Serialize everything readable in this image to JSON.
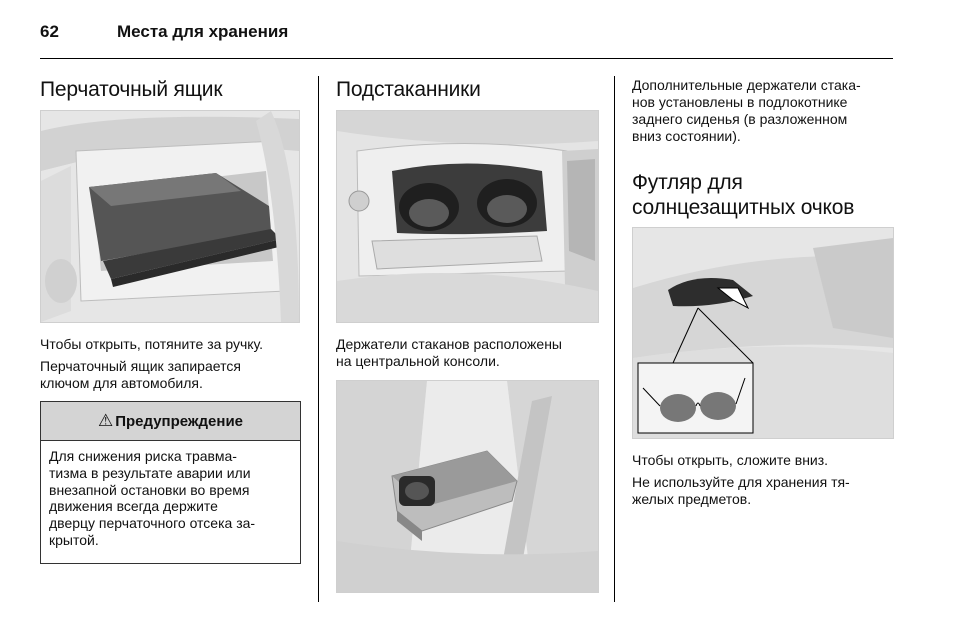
{
  "header": {
    "page_number": "62",
    "title": "Места для хранения"
  },
  "col1": {
    "heading": "Перчаточный ящик",
    "para1": "Чтобы открыть, потяните за ручку.",
    "para2_lines": [
      "Перчаточный ящик запирается",
      "ключом для автомобиля."
    ],
    "warning": {
      "icon": "warning-triangle-icon",
      "title": "Предупреждение",
      "lines": [
        "Для снижения риска травма-",
        "тизма в результате аварии или",
        "внезапной остановки во время",
        "движения всегда держите",
        "дверцу перчаточного отсека за-",
        "крытой."
      ]
    }
  },
  "col2": {
    "heading": "Подстаканники",
    "para1_lines": [
      "Держатели стаканов расположены",
      "на центральной консоли."
    ]
  },
  "col3": {
    "para1_lines": [
      "Дополнительные держатели стака-",
      "нов установлены в подлокотнике",
      "заднего сиденья (в разложенном",
      "вниз состоянии)."
    ],
    "heading_lines": [
      "Футляр для",
      "солнцезащитных очков"
    ],
    "para2": "Чтобы открыть, сложите вниз.",
    "para3_lines": [
      "Не используйте для хранения тя-",
      "желых предметов."
    ]
  }
}
